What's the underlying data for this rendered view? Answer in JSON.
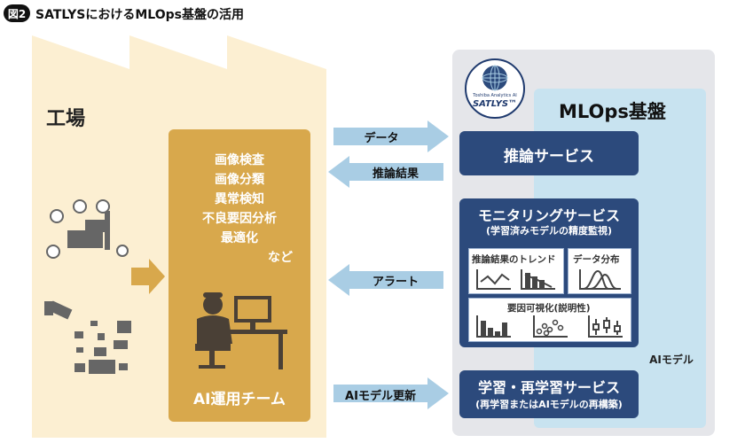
{
  "figure": {
    "badge": "図2",
    "title": "SATLYSにおけるMLOps基盤の活用"
  },
  "factory": {
    "label": "工場"
  },
  "ai_team": {
    "tasks": [
      "画像検査",
      "画像分類",
      "異常検知",
      "不良要因分析",
      "最適化"
    ],
    "tasks_suffix": "など",
    "label": "AI運用チーム"
  },
  "flows": {
    "data": "データ",
    "inference_result": "推論結果",
    "alert": "アラート",
    "model_update": "AIモデル更新"
  },
  "platform": {
    "title": "MLOps基盤",
    "logo_small": "Toshiba Analytics AI",
    "logo_name": "SATLYS™",
    "inference_service": "推論サービス",
    "monitoring": {
      "title": "モニタリングサービス",
      "subtitle": "(学習済みモデルの精度監視)",
      "panels": {
        "trend": "推論結果のトレンド",
        "distribution": "データ分布",
        "factors": "要因可視化(説明性)"
      }
    },
    "learning": {
      "title": "学習・再学習サービス",
      "subtitle": "(再学習またはAIモデルの再構築)"
    },
    "ai_model": "AIモデル"
  },
  "colors": {
    "navy": "#2c4a7c",
    "gold": "#d8a84c",
    "factory_bg": "#fcefd2",
    "flow_arrow": "#a9cde4",
    "gray_arrow": "#9b9fa6"
  }
}
